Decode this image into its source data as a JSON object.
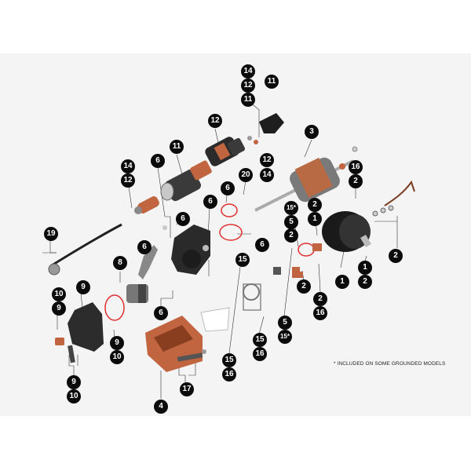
{
  "callouts": [
    {
      "id": "c-14-top",
      "label": "14"
    },
    {
      "id": "c-12-top",
      "label": "12"
    },
    {
      "id": "c-11-top",
      "label": "11"
    },
    {
      "id": "c-11-cap",
      "label": "11"
    },
    {
      "id": "c-12-sol",
      "label": "12"
    },
    {
      "id": "c-3",
      "label": "3"
    },
    {
      "id": "c-11-sol",
      "label": "11"
    },
    {
      "id": "c-12-right",
      "label": "12"
    },
    {
      "id": "c-14-right",
      "label": "14"
    },
    {
      "id": "c-14-left",
      "label": "14"
    },
    {
      "id": "c-12-left",
      "label": "12"
    },
    {
      "id": "c-6-a",
      "label": "6"
    },
    {
      "id": "c-20",
      "label": "20"
    },
    {
      "id": "c-16-r",
      "label": "16"
    },
    {
      "id": "c-2-r",
      "label": "2"
    },
    {
      "id": "c-6-b",
      "label": "6"
    },
    {
      "id": "c-6-c",
      "label": "6"
    },
    {
      "id": "c-15s-top",
      "label": "15*"
    },
    {
      "id": "c-5-top",
      "label": "5"
    },
    {
      "id": "c-2-mid",
      "label": "2"
    },
    {
      "id": "c-1-mid",
      "label": "1"
    },
    {
      "id": "c-2-mid2",
      "label": "2"
    },
    {
      "id": "c-19",
      "label": "19"
    },
    {
      "id": "c-6-d",
      "label": "6"
    },
    {
      "id": "c-2-far",
      "label": "2"
    },
    {
      "id": "c-1-r",
      "label": "1"
    },
    {
      "id": "c-2-r2",
      "label": "2"
    },
    {
      "id": "c-6-e",
      "label": "6"
    },
    {
      "id": "c-15",
      "label": "15"
    },
    {
      "id": "c-8",
      "label": "8"
    },
    {
      "id": "c-6-f",
      "label": "6"
    },
    {
      "id": "c-1-cup",
      "label": "1"
    },
    {
      "id": "c-9-a",
      "label": "9"
    },
    {
      "id": "c-10-a",
      "label": "10"
    },
    {
      "id": "c-9-b",
      "label": "9"
    },
    {
      "id": "c-2-lo",
      "label": "2"
    },
    {
      "id": "c-2-lo2",
      "label": "2"
    },
    {
      "id": "c-6-g",
      "label": "6"
    },
    {
      "id": "c-16-lo",
      "label": "16"
    },
    {
      "id": "c-5-lo",
      "label": "5"
    },
    {
      "id": "c-15s-lo",
      "label": "15*"
    },
    {
      "id": "c-15-lo",
      "label": "15"
    },
    {
      "id": "c-16-lo2",
      "label": "16"
    },
    {
      "id": "c-9-c",
      "label": "9"
    },
    {
      "id": "c-10-c",
      "label": "10"
    },
    {
      "id": "c-15-bot",
      "label": "15"
    },
    {
      "id": "c-16-bot",
      "label": "16"
    },
    {
      "id": "c-17",
      "label": "17"
    },
    {
      "id": "c-9-d",
      "label": "9"
    },
    {
      "id": "c-10-d",
      "label": "10"
    },
    {
      "id": "c-4",
      "label": "4"
    }
  ],
  "footnote": "* INCLUDED ON SOME GROUNDED MODELS",
  "colors": {
    "callout": "#0b0b0b",
    "copper": "#c0653f",
    "oring": "#e03030",
    "body": "#2a2a2a",
    "steel": "#b8b8b8",
    "background": "#f4f4f4"
  }
}
